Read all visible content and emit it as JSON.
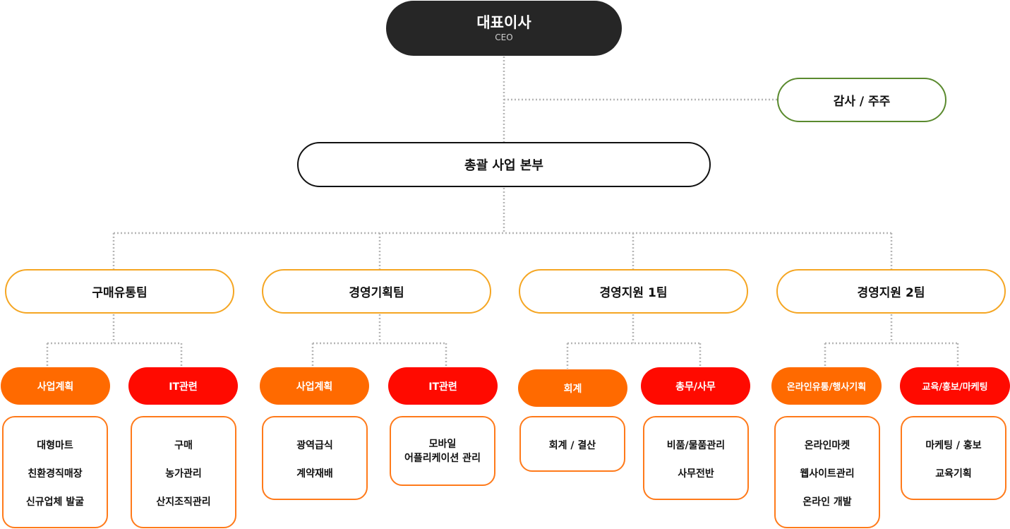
{
  "ceo": {
    "title": "대표이사",
    "subtitle": "CEO"
  },
  "audit": {
    "label": "감사 / 주주"
  },
  "hq": {
    "label": "총괄 사업 본부"
  },
  "colors": {
    "ceo": "#262626",
    "audit_border": "#5a8a2e",
    "team_border": "#f5a623",
    "orange": "#ff6a00",
    "red": "#ff0a00",
    "detail_border": "#ff7a1a",
    "connector": "#b5b5b5"
  },
  "teams": [
    {
      "label": "구매유통팀",
      "subs": [
        {
          "label": "사업계획",
          "color": "orange",
          "items": [
            "대형마트",
            "친환경직매장",
            "신규업체 발굴"
          ]
        },
        {
          "label": "IT관련",
          "color": "red",
          "items": [
            "구매",
            "농가관리",
            "산지조직관리"
          ]
        }
      ]
    },
    {
      "label": "경영기획팀",
      "subs": [
        {
          "label": "사업계획",
          "color": "orange",
          "items": [
            "광역급식",
            "계약재배"
          ]
        },
        {
          "label": "IT관련",
          "color": "red",
          "items": [
            "모바일",
            "어플리케이션 관리"
          ]
        }
      ]
    },
    {
      "label": "경영지원 1팀",
      "subs": [
        {
          "label": "회계",
          "color": "orange",
          "items": [
            "회계 / 결산"
          ]
        },
        {
          "label": "총무/사무",
          "color": "red",
          "items": [
            "비품/물품관리",
            "사무전반"
          ]
        }
      ]
    },
    {
      "label": "경영지원 2팀",
      "subs": [
        {
          "label": "온라인유통/행사기획",
          "color": "orange",
          "items": [
            "온라인마켓",
            "웹사이트관리",
            "온라인 개발"
          ]
        },
        {
          "label": "교육/홍보/마케팅",
          "color": "red",
          "items": [
            "마케팅 / 홍보",
            "교육기획"
          ]
        }
      ]
    }
  ]
}
